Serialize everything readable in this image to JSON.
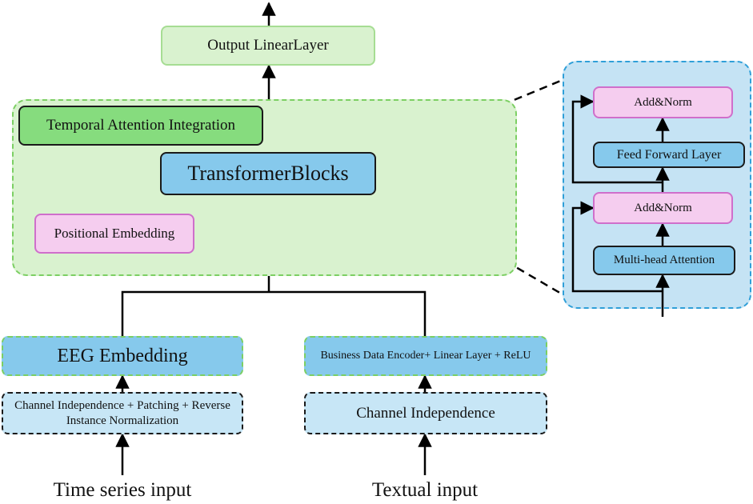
{
  "colors": {
    "light_green": "#d9f2cf",
    "green_border": "#7ccf63",
    "mid_green": "#86dc7e",
    "blue_box": "#86c9ec",
    "light_blue": "#c7e6f6",
    "blue_panel": "#c5e3f4",
    "panel_border": "#2f9fd8",
    "pink_box": "#f5cdef",
    "pink_border": "#cf6fcb",
    "line": "#000000"
  },
  "nodes": {
    "output_layer": "Output LinearLayer",
    "temporal_attention": "Temporal Attention Integration",
    "transformer_blocks": "TransformerBlocks",
    "positional_embedding": "Positional Embedding",
    "eeg_embedding": "EEG Embedding",
    "business_encoder": "Business Data Encoder+ Linear Layer + ReLU",
    "channel_patching": "Channel Independence + Patching + Reverse Instance Normalization",
    "channel_independence": "Channel Independence"
  },
  "detail": {
    "add_norm_top": "Add&Norm",
    "feed_forward": "Feed Forward Layer",
    "add_norm_bottom": "Add&Norm",
    "multi_head_attention": "Multi-head Attention"
  },
  "inputs": {
    "time_series": "Time series input",
    "textual": "Textual input"
  }
}
